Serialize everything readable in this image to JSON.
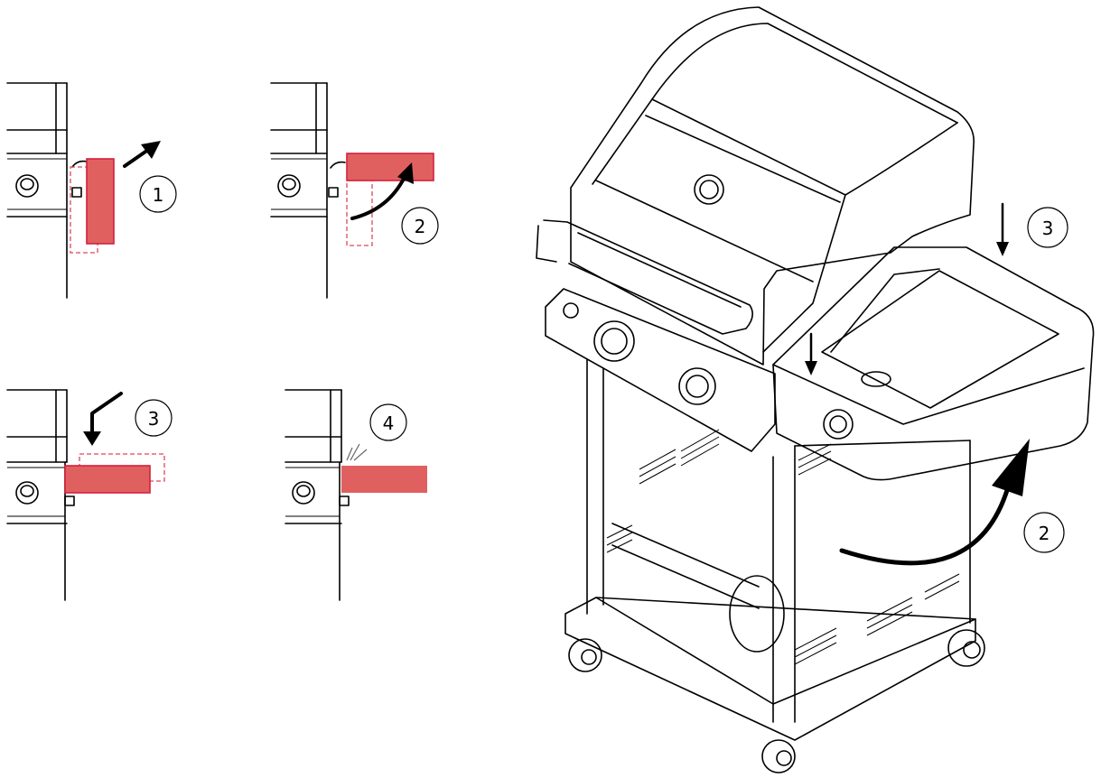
{
  "steps": {
    "detail_1": "1",
    "detail_2": "2",
    "detail_3": "3",
    "detail_4": "4",
    "main_2": "2",
    "main_3": "3"
  },
  "colors": {
    "side_shelf_highlight": "#e06060",
    "side_shelf_outline": "#d4213d",
    "line_art": "#000000"
  },
  "icons": [
    "grill-illustration",
    "side-shelf",
    "curved-arrow",
    "straight-arrow",
    "step-badge",
    "sound-click-marks"
  ]
}
